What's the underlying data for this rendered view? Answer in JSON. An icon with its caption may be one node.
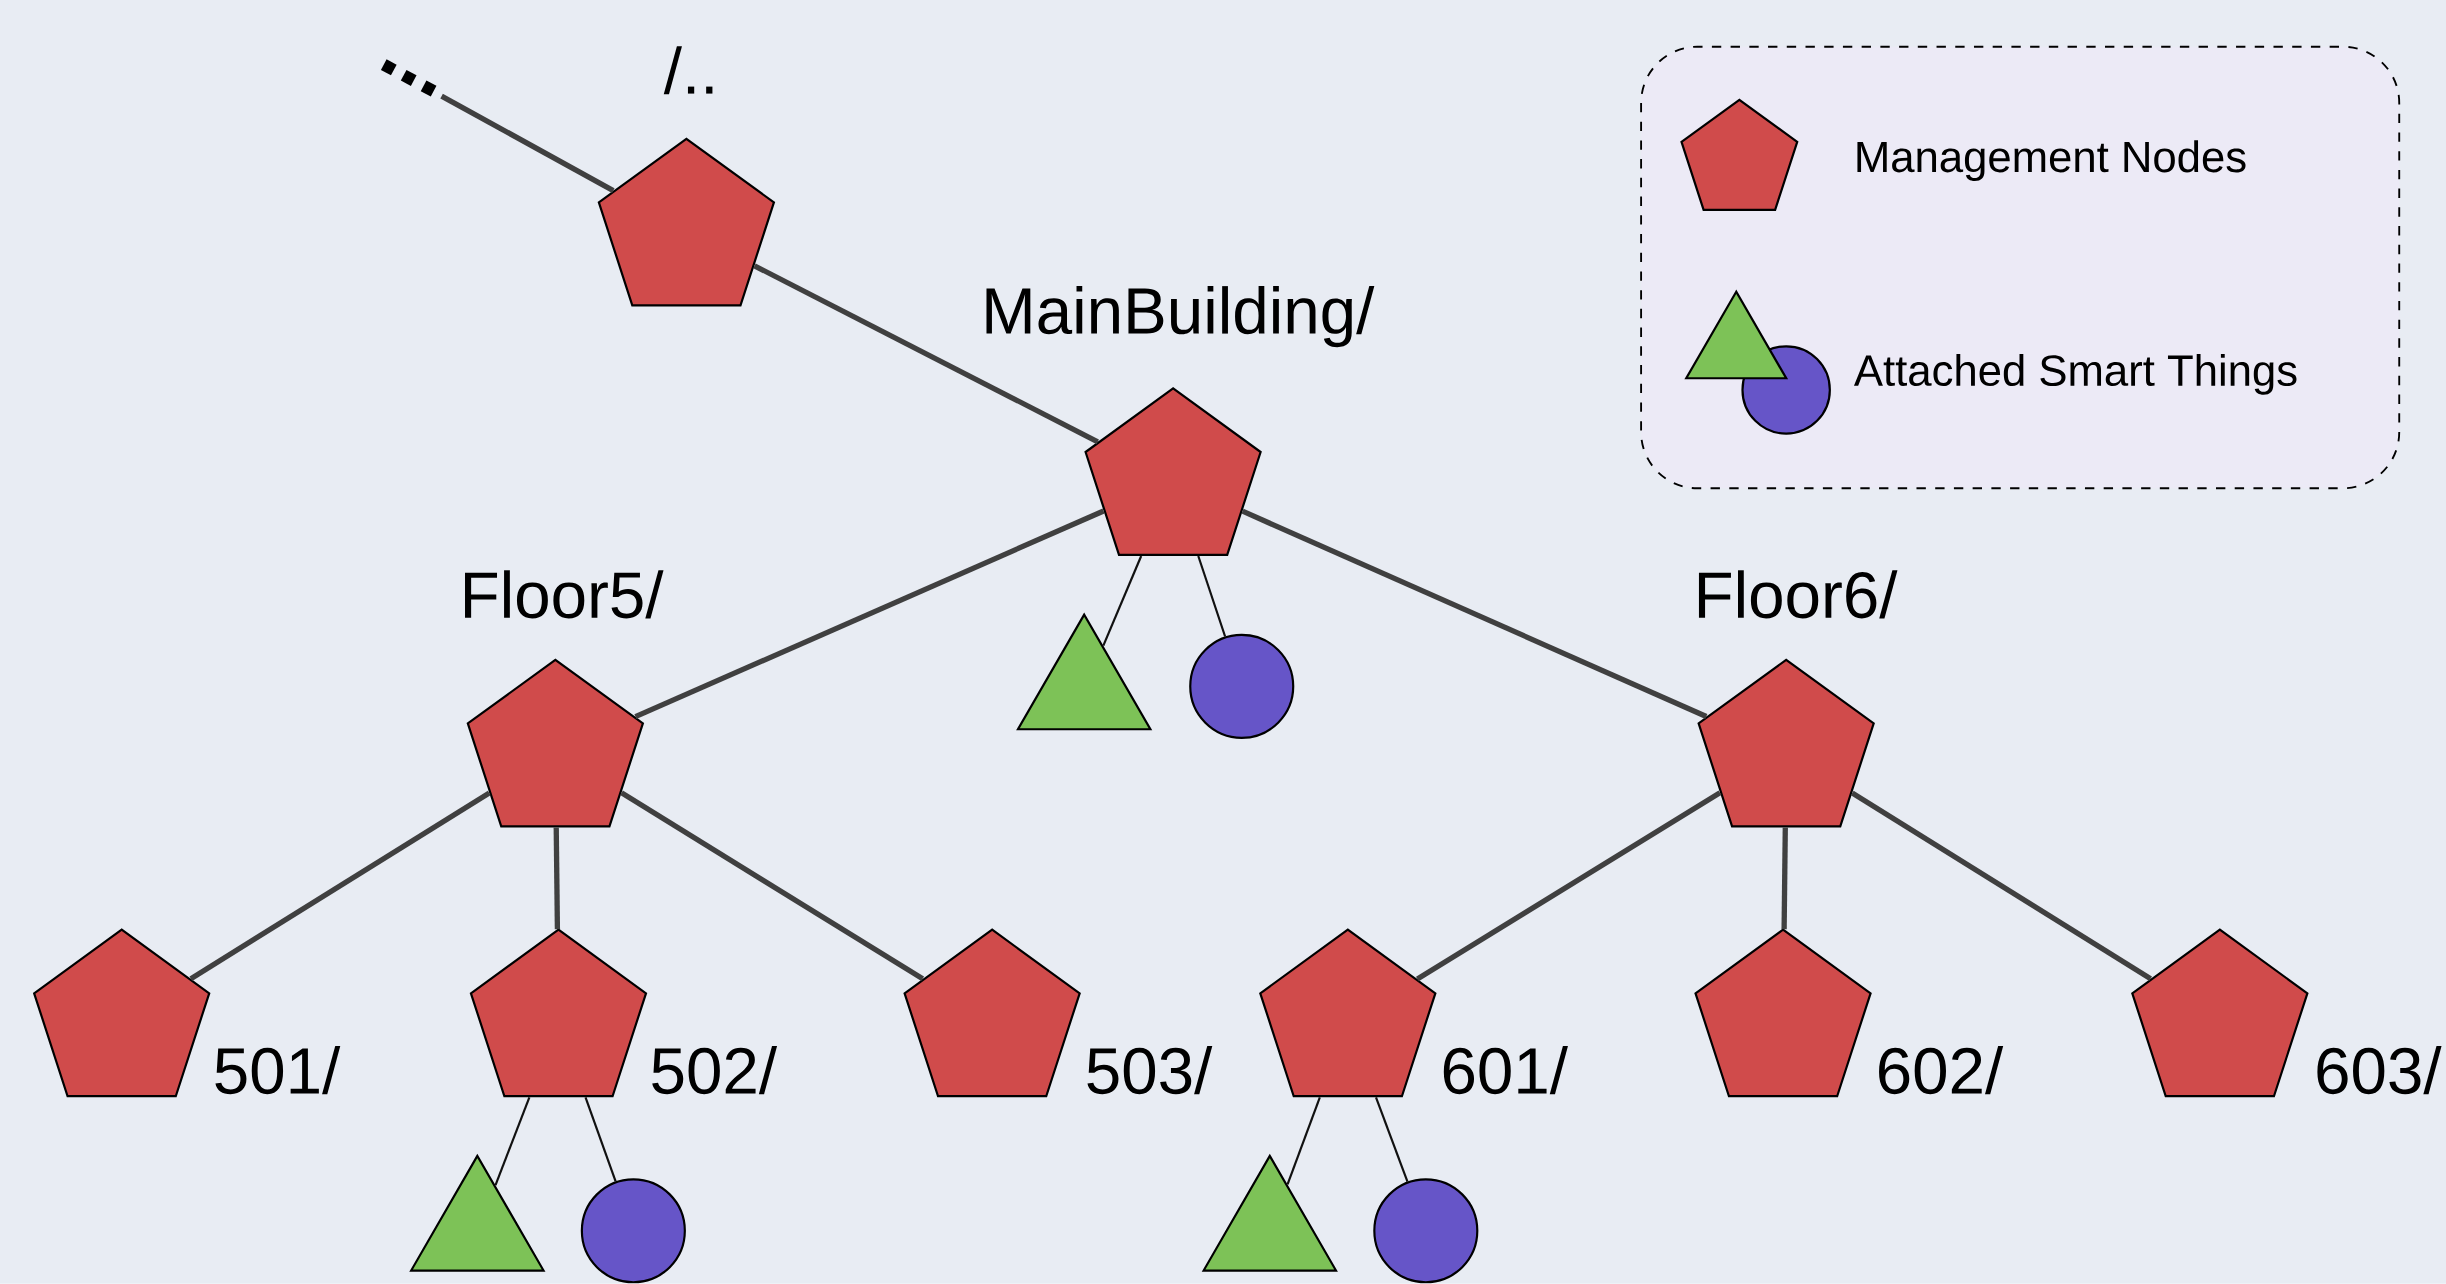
{
  "diagram": {
    "nodes": [
      {
        "text": [
          "..."
        ]
      },
      {
        "text": [
          "/.."
        ]
      },
      {
        "text": [
          "MainBuilding/"
        ]
      },
      {
        "text": [],
        "shape": "triangle"
      },
      {
        "text": [],
        "shape": "circle"
      },
      {
        "text": [
          "Floor5/"
        ]
      },
      {
        "text": [
          "Floor6/"
        ]
      },
      {
        "text": [
          "501/"
        ]
      },
      {
        "text": [
          "502/"
        ]
      },
      {
        "text": [],
        "shape": "triangle"
      },
      {
        "text": [],
        "shape": "circle"
      },
      {
        "text": [
          "503/"
        ]
      },
      {
        "text": [
          "601/"
        ]
      },
      {
        "text": [],
        "shape": "triangle"
      },
      {
        "text": [],
        "shape": "circle"
      },
      {
        "text": [
          "602/"
        ]
      },
      {
        "text": [
          "603/"
        ]
      }
    ],
    "edges": [
      {
        "from": 0,
        "to": 1,
        "arrow": "none"
      },
      {
        "from": 1,
        "to": 2,
        "arrow": "none"
      },
      {
        "from": 2,
        "to": 3,
        "arrow": "none",
        "color": "#111111"
      },
      {
        "from": 2,
        "to": 4,
        "arrow": "none",
        "color": "#111111"
      },
      {
        "from": 2,
        "to": 5,
        "arrow": "none"
      },
      {
        "from": 2,
        "to": 6,
        "arrow": "none"
      },
      {
        "from": 5,
        "to": 7,
        "arrow": "none"
      },
      {
        "from": 5,
        "to": 8,
        "arrow": "none"
      },
      {
        "from": 5,
        "to": 11,
        "arrow": "none"
      },
      {
        "from": 8,
        "to": 9,
        "arrow": "none",
        "color": "#111111"
      },
      {
        "from": 8,
        "to": 10,
        "arrow": "none",
        "color": "#111111"
      },
      {
        "from": 6,
        "to": 12,
        "arrow": "none"
      },
      {
        "from": 6,
        "to": 15,
        "arrow": "none"
      },
      {
        "from": 6,
        "to": 16,
        "arrow": "none"
      },
      {
        "from": 12,
        "to": 13,
        "arrow": "none",
        "color": "#111111"
      },
      {
        "from": 12,
        "to": 14,
        "arrow": "none",
        "color": "#111111"
      }
    ],
    "legend": [
      {
        "text": "Management Nodes"
      },
      {
        "text": "Attached Smart Things"
      }
    ]
  }
}
